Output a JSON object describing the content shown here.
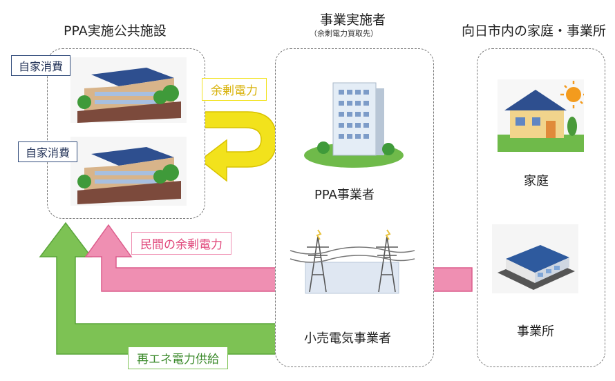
{
  "columns": {
    "left_title": "PPA実施公共施設",
    "center_title": "事業実施者",
    "center_subtitle": "（余剰電力買取先）",
    "right_title": "向日市内の家庭・事業所"
  },
  "facility_tags": [
    "自家消費",
    "自家消費"
  ],
  "center": {
    "ppa_label": "PPA事業者",
    "retail_label": "小売電気事業者"
  },
  "right": {
    "home_label": "家庭",
    "office_label": "事業所"
  },
  "flows": {
    "surplus": "余剰電力",
    "private_surplus": "民間の余剰電力",
    "renewable_supply": "再エネ電力供給"
  },
  "colors": {
    "yellow_arrow": "#f2e21c",
    "pink_arrow": "#ef8fb2",
    "green_arrow": "#7dc254",
    "tag_border": "#2f4a7a"
  }
}
